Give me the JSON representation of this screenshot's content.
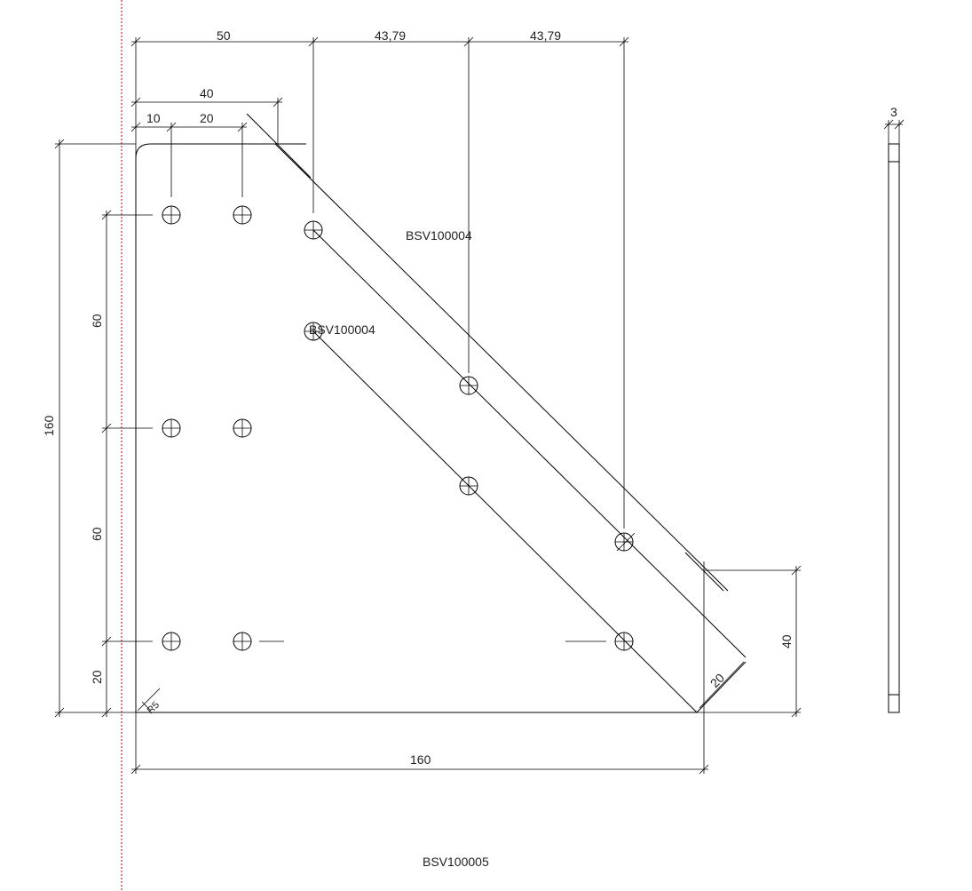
{
  "colors": {
    "line": "#000000",
    "ref_line": "#c00000",
    "background": "#ffffff"
  },
  "dimensions": {
    "top_50": "50",
    "top_43_79_a": "43,79",
    "top_43_79_b": "43,79",
    "top_40": "40",
    "top_10": "10",
    "top_20": "20",
    "left_160": "160",
    "left_60_a": "60",
    "left_60_b": "60",
    "left_20": "20",
    "bottom_160": "160",
    "right_40": "40",
    "diag_20": "20",
    "thickness_3": "3",
    "radius_r5": "R5"
  },
  "labels": {
    "part_upper": "BSV100004",
    "part_lower": "BSV100004",
    "part_main": "BSV100005"
  }
}
